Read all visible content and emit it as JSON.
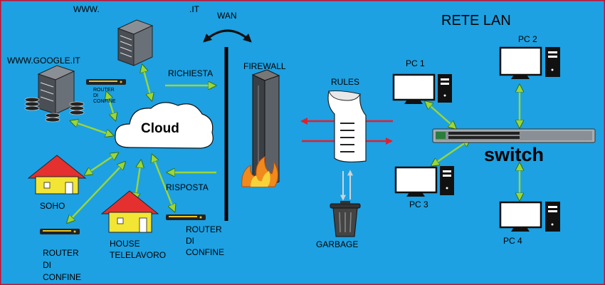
{
  "labels": {
    "www_top_left": "WWW.",
    "www_top_right": ".IT",
    "wan": "WAN",
    "www_google": "WWW.GOOGLE.IT",
    "router_small": "ROUTER\nDI\nCONFINE",
    "richiesta": "RICHIESTA",
    "firewall": "FIREWALL",
    "cloud": "Cloud",
    "risposta": "RISPOSTA",
    "soho": "SOHO",
    "router_bottom_left": "ROUTER\nDI\nCONFINE",
    "house_telelavoro": "HOUSE\nTELELAVORO",
    "router_bottom_mid": "ROUTER\nDI\nCONFINE",
    "rules": "RULES",
    "garbage": "GARBAGE",
    "rete_lan": "RETE LAN",
    "pc1": "PC 1",
    "pc2": "PC 2",
    "pc3": "PC 3",
    "pc4": "PC 4",
    "switch": "switch"
  },
  "colors": {
    "background": "#1da1e2",
    "arrow": "#9bd63a",
    "arrow_edge": "#2f6b10",
    "house_roof": "#e53030",
    "house_wall": "#f2e534",
    "red_arrow": "#e0202f",
    "server": "#5a5f66"
  },
  "icons": [
    "server-icon",
    "database-icon",
    "router-icon",
    "cloud-icon",
    "house-icon",
    "firewall-icon",
    "flame-icon",
    "rules-scroll-icon",
    "trash-icon",
    "monitor-icon",
    "tower-icon",
    "switch-icon"
  ]
}
